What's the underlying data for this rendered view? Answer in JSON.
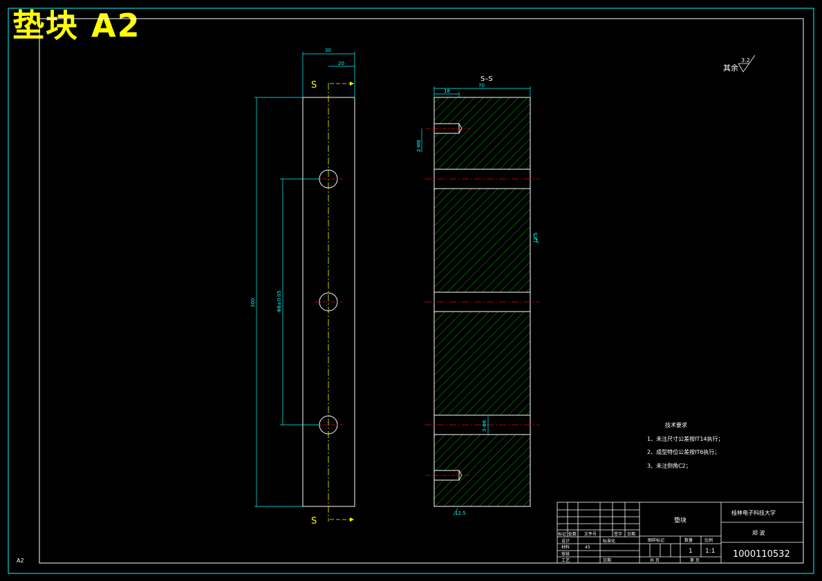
{
  "sheet_title": "垫块 A2",
  "sheet_size": "A2",
  "front_view": {
    "dim_overall_width": "30",
    "dim_half_width": "20",
    "dim_overall_height": "300",
    "dim_hole_spacing": "Φ8±0.05",
    "section_label_top": "S",
    "section_label_bottom": "S"
  },
  "section_view": {
    "label": "S–S",
    "dim_width": "70",
    "dim_partial": "18",
    "dim_thread": "2-M8",
    "dim_hole": "3-Φ6",
    "roughness_right": "12.5",
    "roughness_bottom": "12.5"
  },
  "roughness_note": {
    "prefix": "其余",
    "value": "3.2"
  },
  "tech_requirements": {
    "title": "技术要求",
    "items": [
      "1、未注尺寸公差按IT14执行；",
      "2、成型特位公差按IT6执行；",
      "3、未注倒角C2；"
    ]
  },
  "title_block": {
    "part_name": "垫块",
    "school": "桂林电子科技大学",
    "drawing_number_label": "郑 波",
    "number": "1000110532",
    "material_value": "45",
    "scale_value": "1:1",
    "quantity_value": "1",
    "labels": {
      "mark": "标记",
      "count": "处数",
      "file_no": "文件号",
      "sign": "签字",
      "date": "日期",
      "design": "设计",
      "standardize": "标准化",
      "check": "审核",
      "process": "工艺",
      "approve": "日期",
      "stage": "图样标记",
      "weight": "数量",
      "scale": "比例",
      "total": "共 页",
      "sheet": "第 页",
      "material": "材料"
    }
  }
}
